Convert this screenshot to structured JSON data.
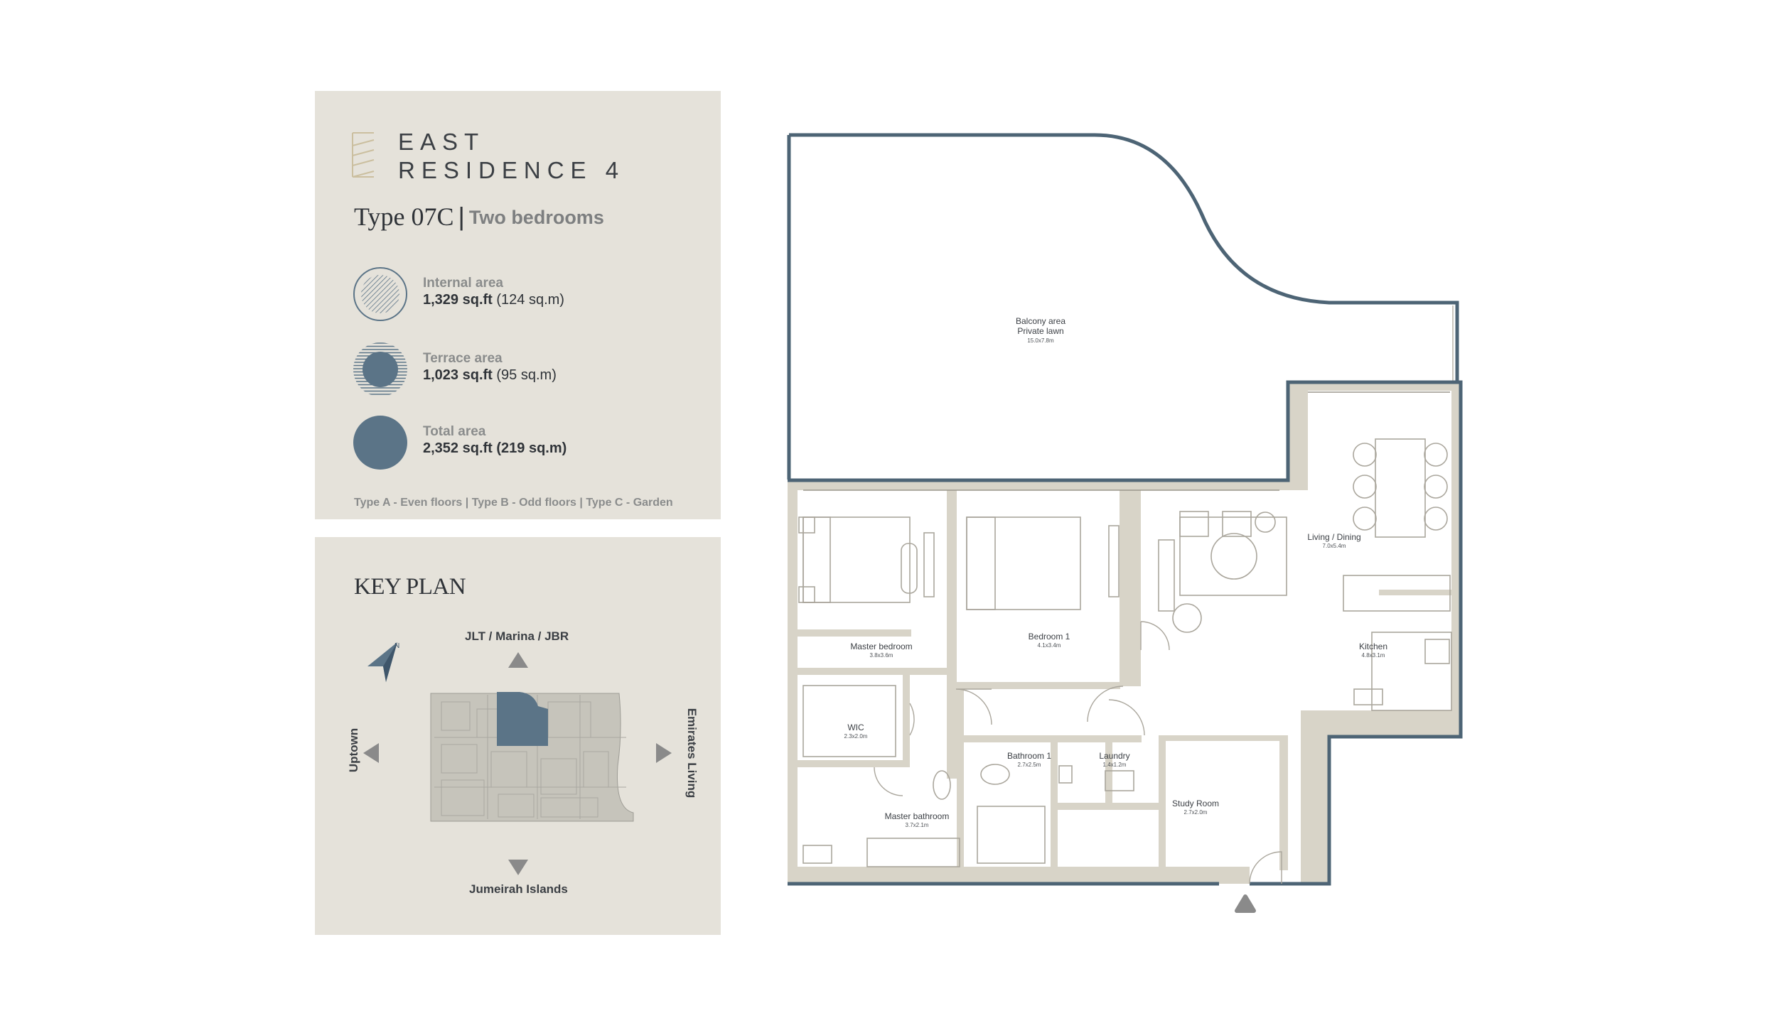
{
  "colors": {
    "panel_bg": "#e5e2da",
    "accent": "#5b7487",
    "outline": "#4d6475",
    "wall": "#d8d4c8",
    "marker": "#8a8a8a"
  },
  "header": {
    "brand_line1": "EAST",
    "brand_line2": "RESIDENCE 4",
    "type_code": "Type 07C",
    "type_separator": "|",
    "type_desc": "Two bedrooms",
    "logo_icon": "stacked-lines-logo-icon"
  },
  "areas": [
    {
      "label": "Internal area",
      "value_bold": "1,329 sq.ft",
      "value_rest": " (124 sq.m)",
      "icon": "hatched-circle-icon"
    },
    {
      "label": "Terrace area",
      "value_bold": "1,023 sq.ft",
      "value_rest": " (95 sq.m)",
      "icon": "striped-filled-circle-icon"
    },
    {
      "label": "Total area",
      "value_bold": "2,352 sq.ft (219 sq.m)",
      "value_rest": "",
      "icon": "filled-circle-icon"
    }
  ],
  "type_legend": "Type A - Even floors | Type B - Odd floors | Type C - Garden",
  "key_plan": {
    "title": "KEY PLAN",
    "north_icon": "north-arrow-icon",
    "north_letter": "N",
    "directions": {
      "top": "JLT / Marina / JBR",
      "bottom": "Jumeirah Islands",
      "left": "Uptown",
      "right": "Emirates Living"
    }
  },
  "floorplan": {
    "rooms": [
      {
        "name": "Balcony area",
        "sub": "Private lawn",
        "dim": "15.0x7.8m"
      },
      {
        "name": "Living / Dining",
        "dim": "7.0x5.4m"
      },
      {
        "name": "Master bedroom",
        "dim": "3.8x3.6m"
      },
      {
        "name": "Bedroom 1",
        "dim": "4.1x3.4m"
      },
      {
        "name": "Kitchen",
        "dim": "4.8x3.1m"
      },
      {
        "name": "WIC",
        "dim": "2.3x2.0m"
      },
      {
        "name": "Bathroom 1",
        "dim": "2.7x2.5m"
      },
      {
        "name": "Laundry",
        "dim": "1.4x1.2m"
      },
      {
        "name": "Master bathroom",
        "dim": "3.7x2.1m"
      },
      {
        "name": "Study Room",
        "dim": "2.7x2.0m"
      }
    ]
  }
}
